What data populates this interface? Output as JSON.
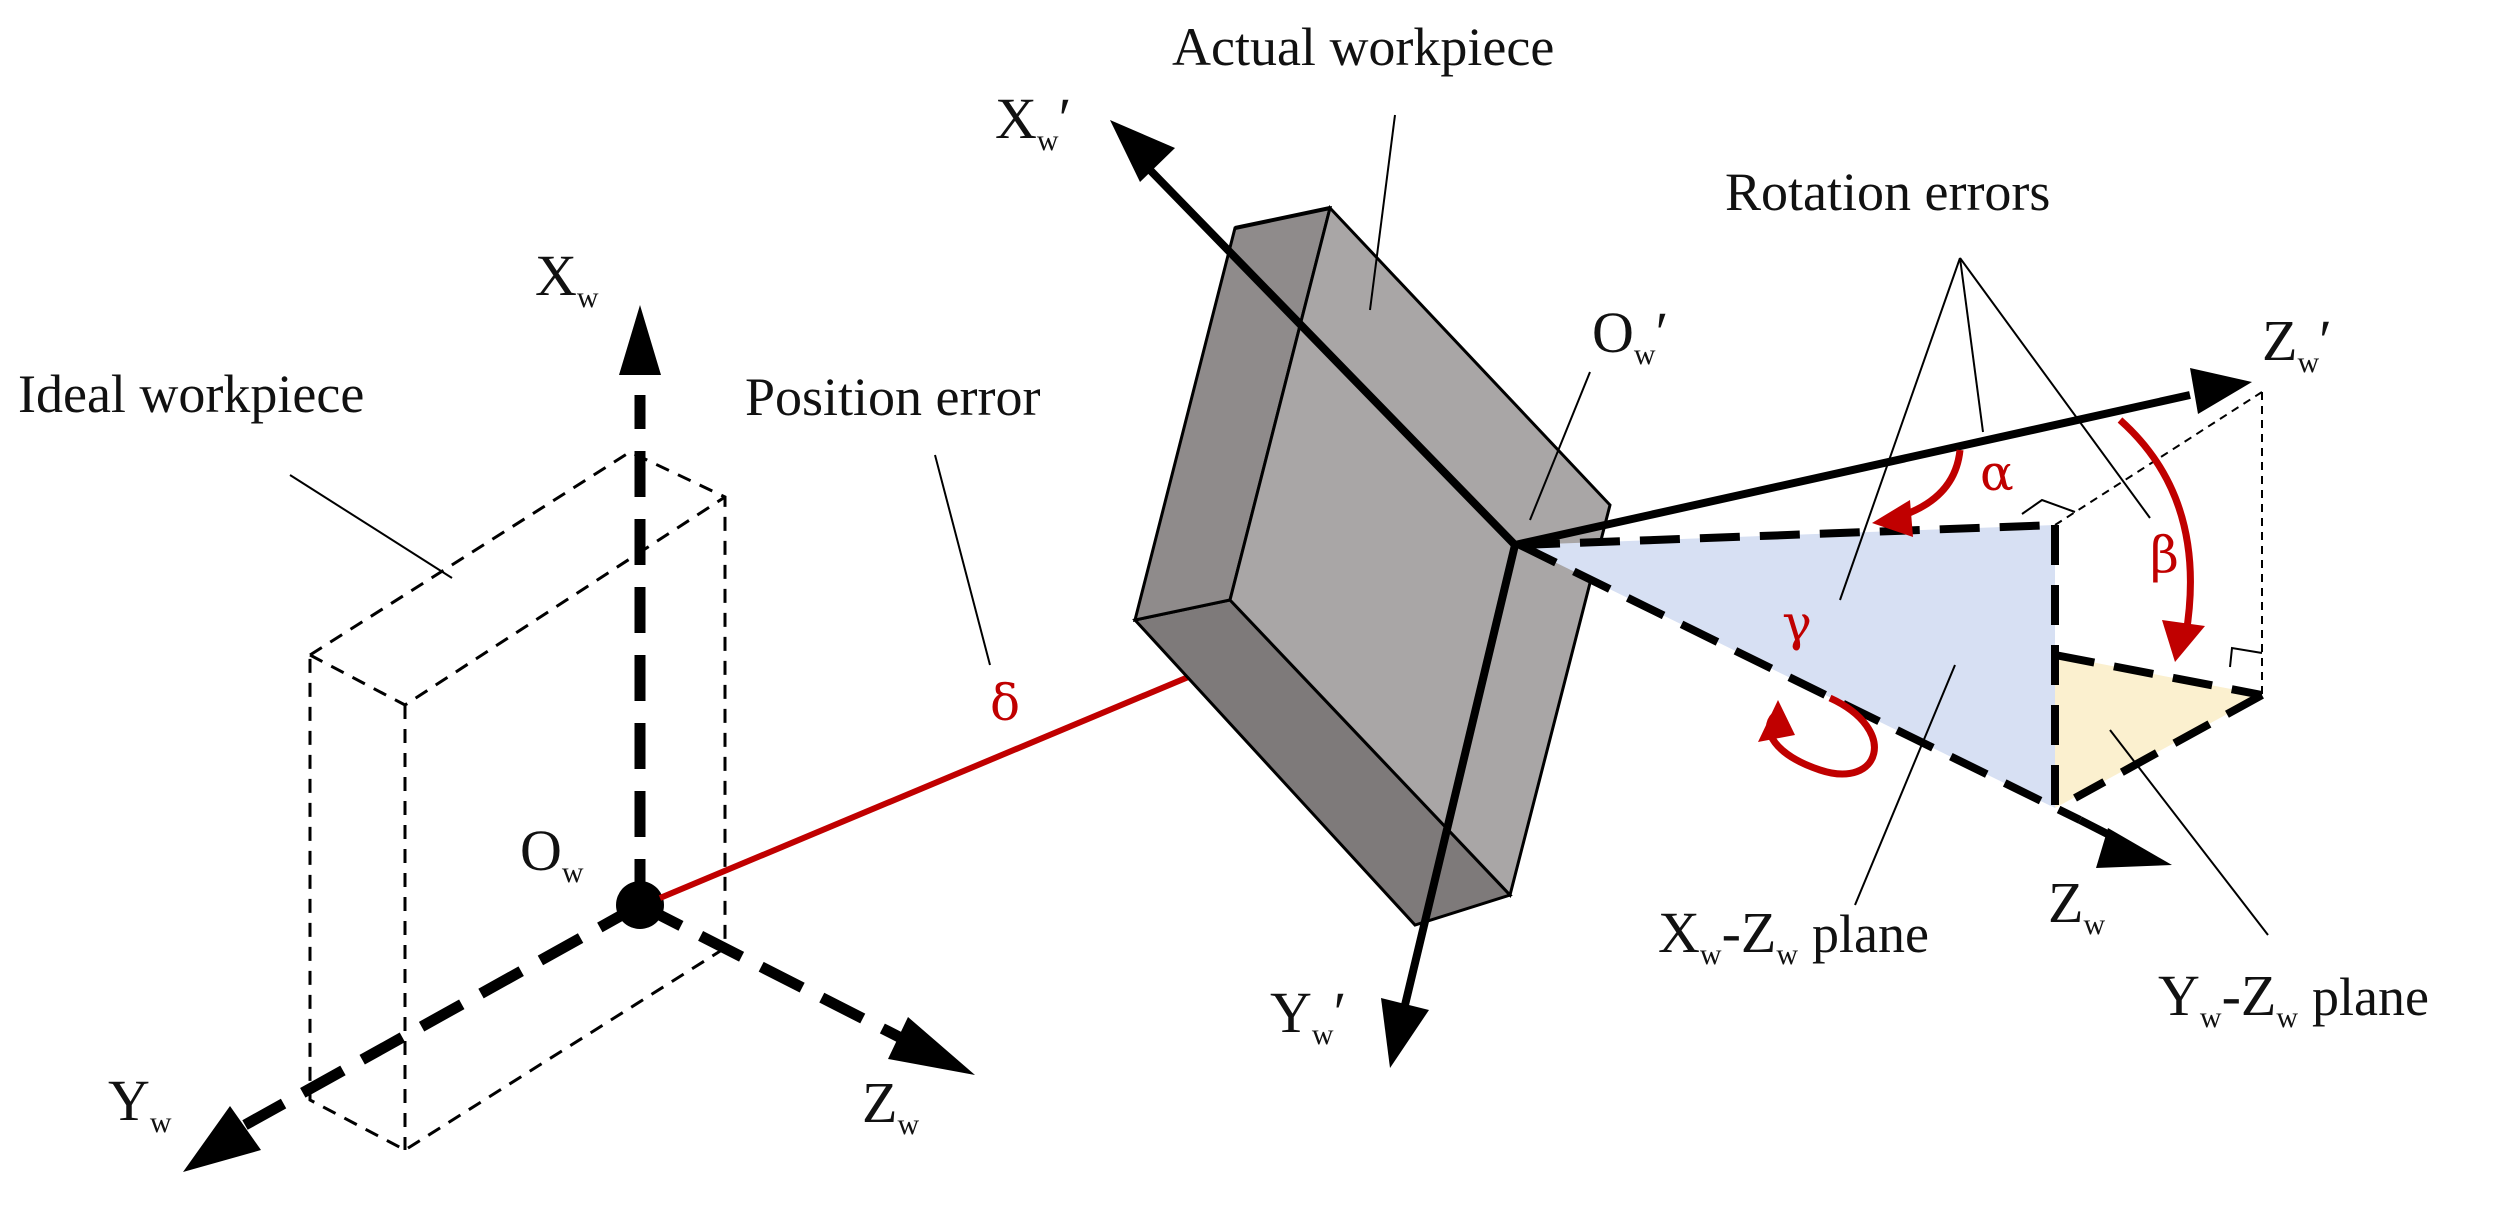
{
  "labels": {
    "ideal_workpiece": "Ideal workpiece",
    "actual_workpiece": "Actual workpiece",
    "position_error": "Position error",
    "rotation_errors": "Rotation errors",
    "xz_plane": "plane",
    "yz_plane": "plane"
  },
  "axes": {
    "X": "X",
    "Y": "Y",
    "Z": "Z",
    "O": "O",
    "sub": "w",
    "prime": "′",
    "dash": "-"
  },
  "greek": {
    "delta": "δ",
    "alpha": "α",
    "beta": "β",
    "gamma": "γ"
  },
  "colors": {
    "error_red": "#c00000",
    "axis_black": "#000000",
    "workpiece_front": "#a9a6a6",
    "workpiece_side": "#7e7a7a",
    "workpiece_top": "#8f8b8b",
    "xz_plane_fill": "#d7e0f3",
    "yz_plane_fill": "#fbf0cf"
  }
}
